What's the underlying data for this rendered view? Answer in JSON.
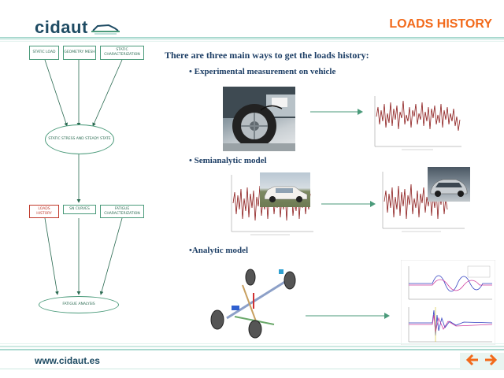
{
  "header": {
    "logo": "cidaut",
    "title": "LOADS HISTORY"
  },
  "flowchart": {
    "top_boxes": [
      "STATIC LOAD",
      "GEOMETRY MESH",
      "STATIC CHARACTERIZATION"
    ],
    "ellipse_mid": "STATIC STRESS AND STEADY STATE",
    "mid_boxes": [
      "LOADS HISTORY",
      "SN CURVES",
      "FATIGUE CHARACTERIZATION"
    ],
    "ellipse_bottom": "FATIGUE ANALYSIS"
  },
  "content": {
    "intro": "There are three main ways to get the loads history:",
    "methods": [
      "• Experimental measurement on vehicle",
      "• Semianalytic model",
      "•Analytic model"
    ]
  },
  "colors": {
    "accent": "#f26a1b",
    "brand": "#1e4b63",
    "stripe_light": "#a9d9cf",
    "stripe_dark": "#4a9a7a",
    "signal": "#8b1a1a"
  },
  "footer": {
    "url": "www.cidaut.es",
    "prev_icon": "arrow-left-icon",
    "next_icon": "arrow-right-icon"
  }
}
